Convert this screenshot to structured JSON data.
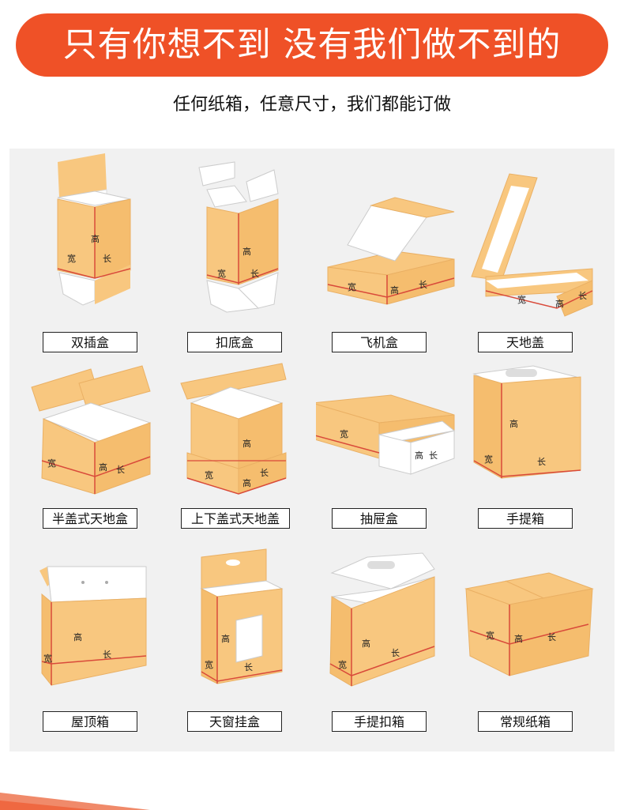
{
  "header": {
    "headline": "只有你想不到 没有我们做不到的",
    "subtitle": "任何纸箱，任意尺寸，我们都能订做"
  },
  "box_types": [
    {
      "id": "double-insert",
      "label": "双插盒",
      "dims": [
        "高",
        "宽",
        "长"
      ]
    },
    {
      "id": "bottom-lock",
      "label": "扣底盒",
      "dims": [
        "高",
        "宽",
        "长"
      ]
    },
    {
      "id": "airplane",
      "label": "飞机盒",
      "dims": [
        "宽",
        "高",
        "长"
      ]
    },
    {
      "id": "lid-base",
      "label": "天地盖",
      "dims": [
        "宽",
        "高",
        "长"
      ]
    },
    {
      "id": "half-lid",
      "label": "半盖式天地盒",
      "dims": [
        "宽",
        "高",
        "长"
      ]
    },
    {
      "id": "top-bottom-lid",
      "label": "上下盖式天地盖",
      "dims": [
        "高",
        "宽",
        "高",
        "长"
      ]
    },
    {
      "id": "drawer",
      "label": "抽屉盒",
      "dims": [
        "宽",
        "高",
        "长"
      ]
    },
    {
      "id": "handle",
      "label": "手提箱",
      "dims": [
        "高",
        "宽",
        "长"
      ]
    },
    {
      "id": "roof",
      "label": "屋顶箱",
      "dims": [
        "高",
        "宽",
        "长"
      ]
    },
    {
      "id": "window-hanger",
      "label": "天窗挂盒",
      "dims": [
        "高",
        "宽",
        "长"
      ]
    },
    {
      "id": "handle-lock",
      "label": "手提扣箱",
      "dims": [
        "高",
        "宽",
        "长"
      ]
    },
    {
      "id": "regular",
      "label": "常规纸箱",
      "dims": [
        "宽",
        "高",
        "长"
      ]
    }
  ],
  "colors": {
    "banner": "#ef5127",
    "box": "#f8c77f",
    "box_dark": "#eab064",
    "inner": "#ffffff",
    "edge": "#d94a3a",
    "panel": "#f1f1f1"
  }
}
